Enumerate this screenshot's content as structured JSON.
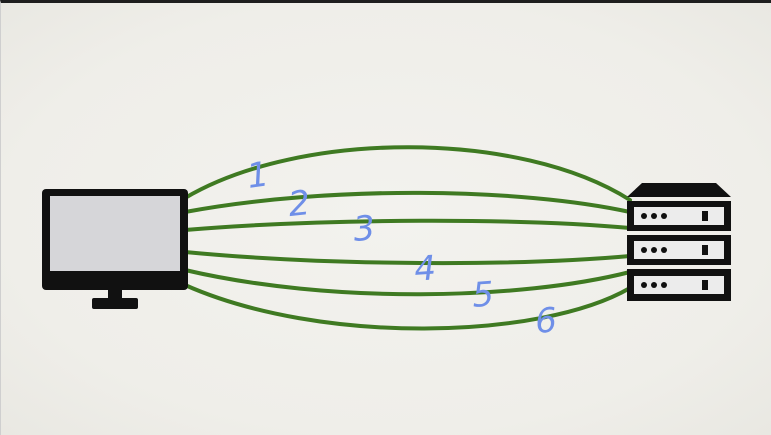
{
  "diagram": {
    "connection_labels": [
      "1",
      "2",
      "3",
      "4",
      "5",
      "6"
    ],
    "colors": {
      "cable": "#3f7a22",
      "label": "#6f8fe8",
      "device": "#111111",
      "screen": "#d6d6d9",
      "background": "#f0efea"
    },
    "icons": [
      "monitor-icon",
      "server-rack-icon"
    ]
  }
}
